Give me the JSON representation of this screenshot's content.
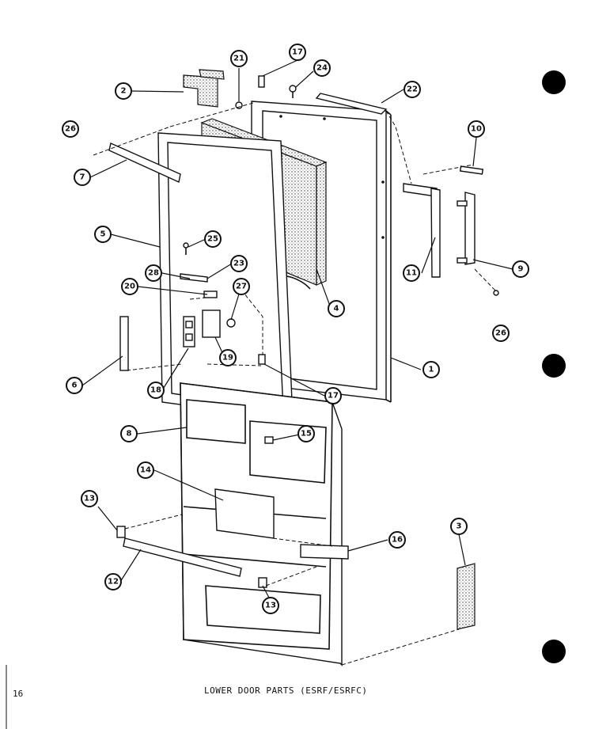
{
  "diagram": {
    "caption": "LOWER DOOR PARTS (ESRF/ESRFC)",
    "page_number": "16",
    "callouts": [
      "1",
      "2",
      "3",
      "4",
      "5",
      "6",
      "7",
      "8",
      "9",
      "10",
      "11",
      "12",
      "13",
      "13",
      "14",
      "15",
      "16",
      "17",
      "17",
      "18",
      "19",
      "20",
      "21",
      "22",
      "23",
      "24",
      "25",
      "26",
      "26",
      "27",
      "28"
    ]
  }
}
